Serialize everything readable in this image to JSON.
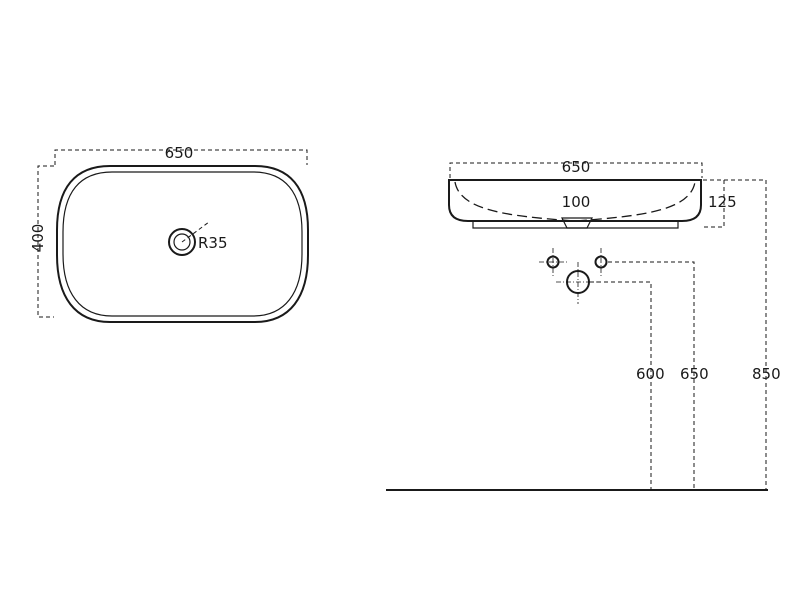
{
  "top_view": {
    "width_label": "650",
    "depth_label": "400",
    "drain_radius_label": "R35"
  },
  "side_view": {
    "width_label": "650",
    "bowl_depth_label": "100",
    "height_label": "125"
  },
  "installation": {
    "drain_height_label": "600",
    "tap_height_label": "650",
    "basin_top_height_label": "850"
  }
}
